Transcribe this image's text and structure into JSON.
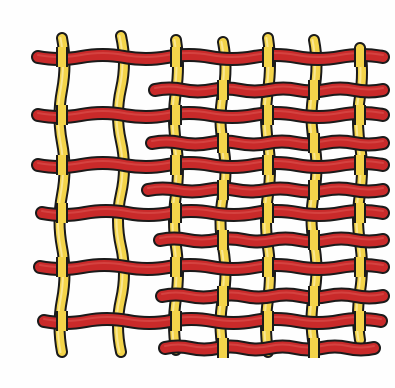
{
  "figure": {
    "subject": "plain-weave-illustration",
    "colors": {
      "background": "#fefefe",
      "warp_fill": "#f3d44a",
      "weft_fill": "#c92a2a",
      "outline": "#1a1a1a",
      "highlight": "#fff4c2"
    },
    "warp_threads": [
      {
        "id": "warp-1"
      },
      {
        "id": "warp-2"
      },
      {
        "id": "warp-3"
      },
      {
        "id": "warp-4"
      },
      {
        "id": "warp-5"
      },
      {
        "id": "warp-6"
      },
      {
        "id": "warp-7"
      }
    ],
    "weft_threads": [
      {
        "id": "weft-1"
      },
      {
        "id": "weft-2"
      },
      {
        "id": "weft-3"
      },
      {
        "id": "weft-4"
      },
      {
        "id": "weft-5"
      },
      {
        "id": "weft-6"
      },
      {
        "id": "weft-7"
      },
      {
        "id": "weft-8"
      },
      {
        "id": "weft-9"
      },
      {
        "id": "weft-10"
      },
      {
        "id": "weft-11"
      },
      {
        "id": "weft-12"
      }
    ],
    "pattern": "over-under"
  }
}
